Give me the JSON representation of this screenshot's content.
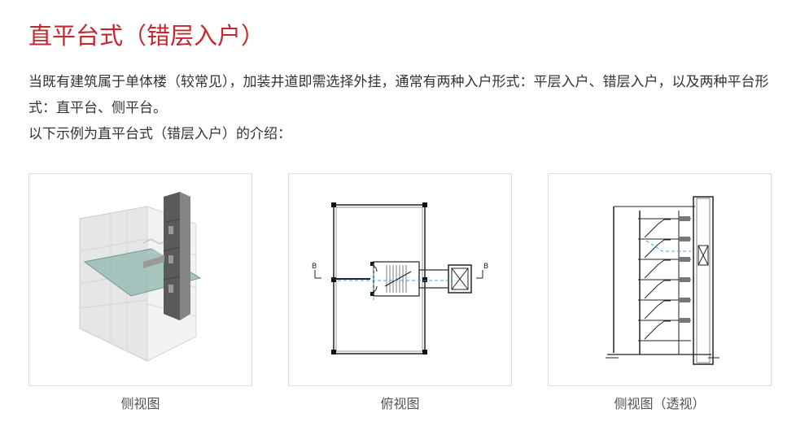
{
  "title": "直平台式（错层入户）",
  "intro": {
    "line1": "当既有建筑属于单体楼（较常见），加装井道即需选择外挂，通常有两种入户形式：平层入户、错层入户，以及两种平台形式：直平台、侧平台。",
    "line2": "以下示例为直平台式（错层入户）的介绍："
  },
  "figures": [
    {
      "caption": "侧视图"
    },
    {
      "caption": "俯视图",
      "section_mark_left": "B",
      "section_mark_right": "B"
    },
    {
      "caption": "侧视图（透视）"
    }
  ],
  "colors": {
    "title": "#c4282c",
    "text": "#333333",
    "caption": "#555555",
    "dashed_line": "#3aa3e3",
    "platform": "#7fa8a0"
  }
}
